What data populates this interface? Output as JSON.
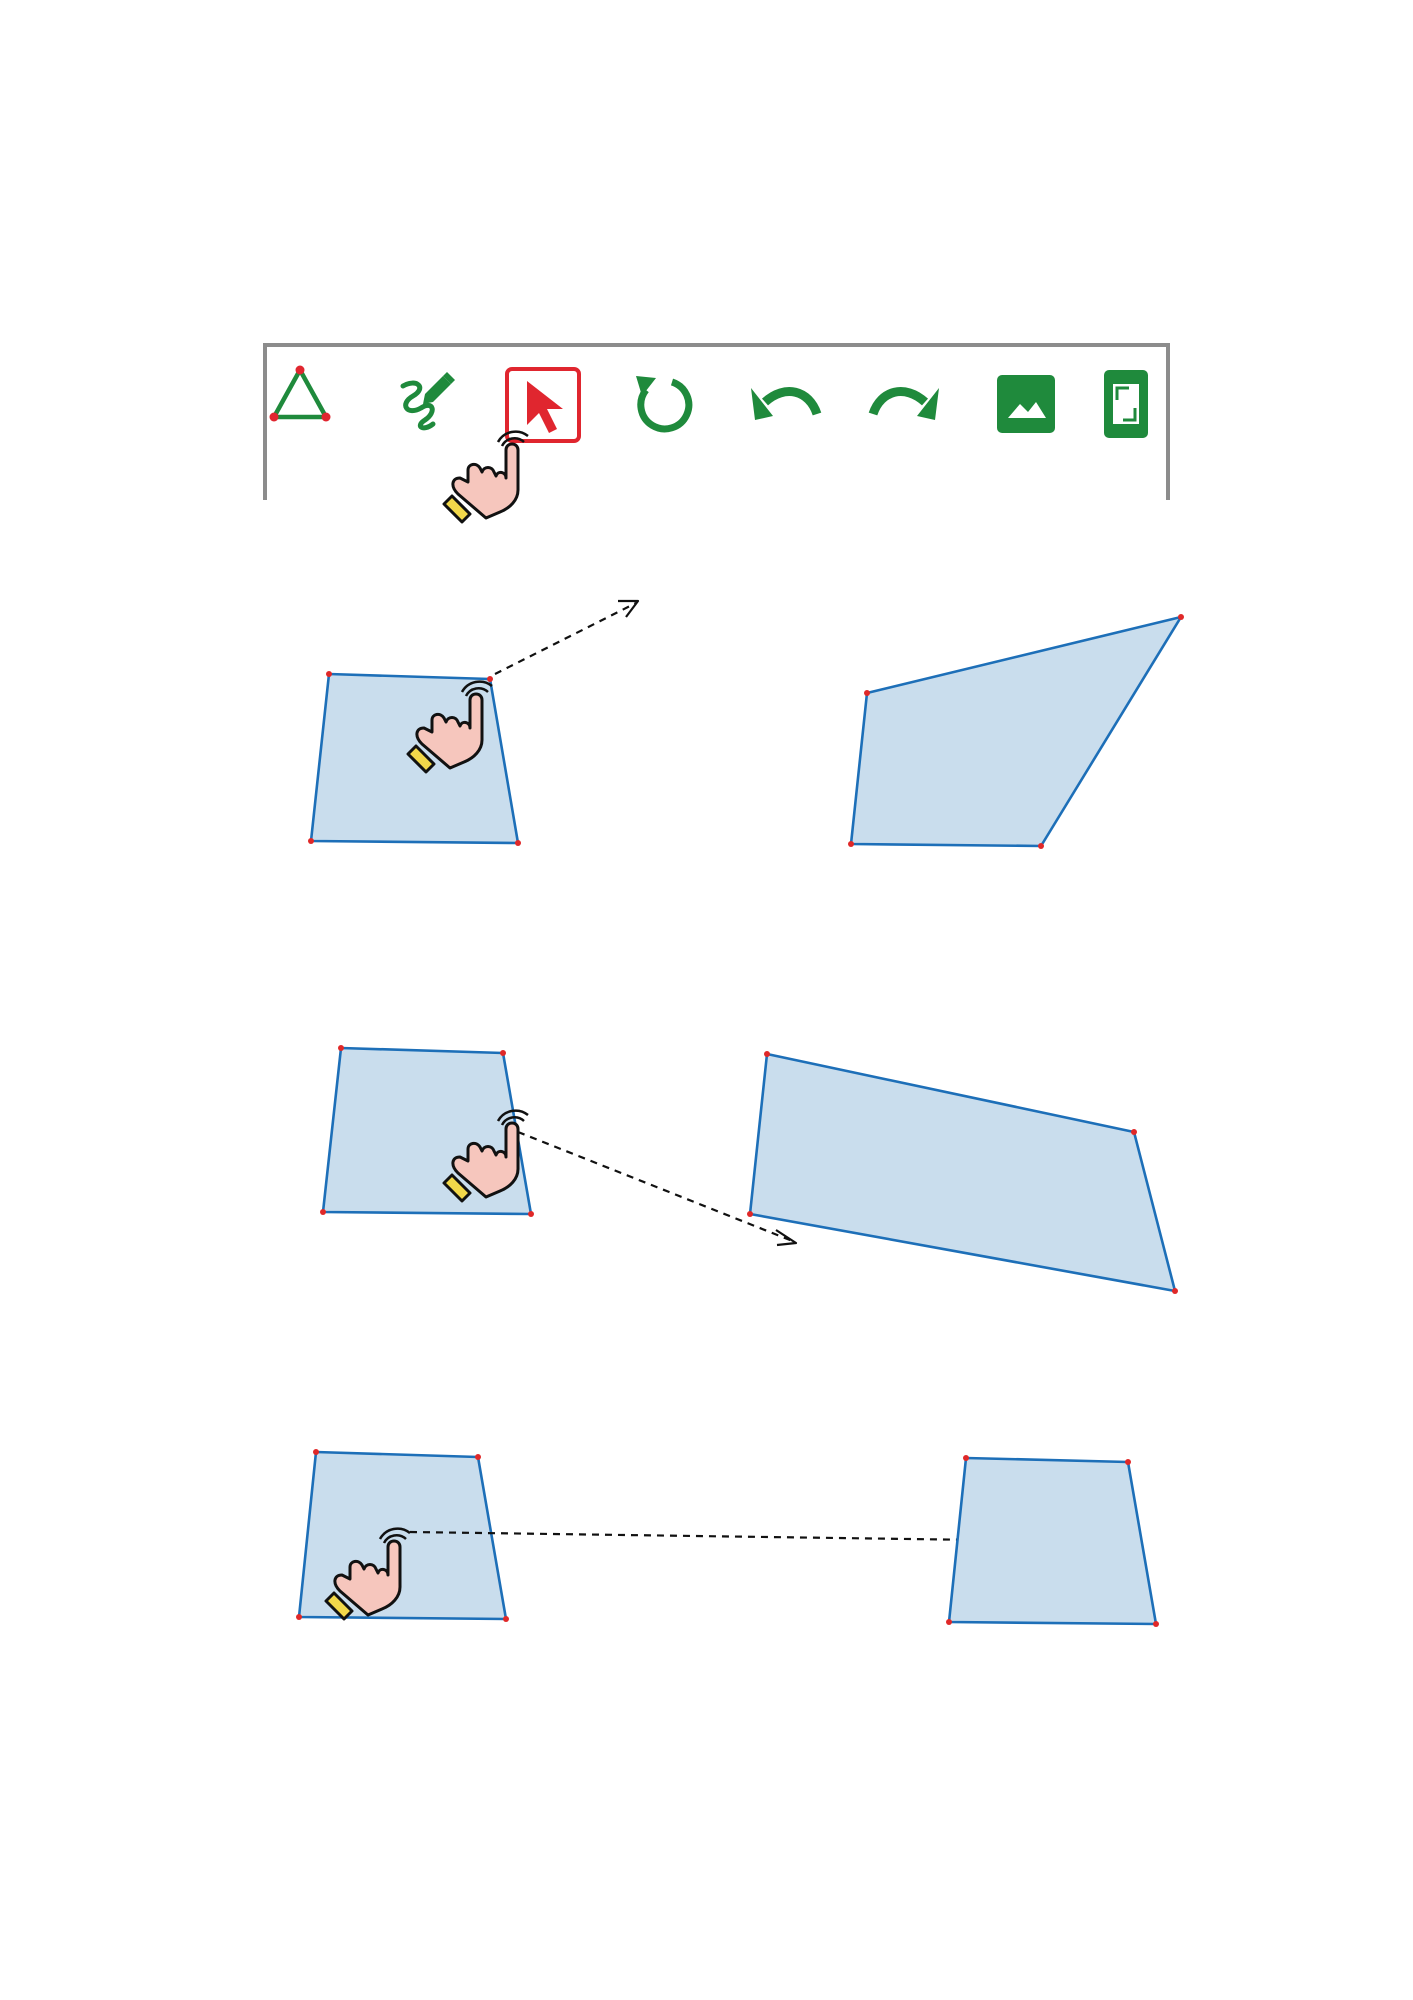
{
  "toolbar": {
    "tools": [
      {
        "name": "polygon-tool",
        "icon": "triangle-icon",
        "selected": false
      },
      {
        "name": "freehand-draw-tool",
        "icon": "pencil-scribble-icon",
        "selected": false
      },
      {
        "name": "select-move-tool",
        "icon": "arrow-cursor-icon",
        "selected": true
      },
      {
        "name": "reset-tool",
        "icon": "rotate-icon",
        "selected": false
      },
      {
        "name": "undo-tool",
        "icon": "undo-icon",
        "selected": false
      },
      {
        "name": "redo-tool",
        "icon": "redo-icon",
        "selected": false
      },
      {
        "name": "image-tool",
        "icon": "image-icon",
        "selected": false
      },
      {
        "name": "fullscreen-tool",
        "icon": "fullscreen-icon",
        "selected": false
      }
    ]
  },
  "colors": {
    "tool_green": "#1f8a3c",
    "selected_red": "#e0262f",
    "frame_gray": "#8c8c8c",
    "shape_fill": "#c9dded",
    "shape_stroke": "#1d6fb8",
    "vertex": "#e02828",
    "hand_skin": "#f6c6bd",
    "hand_cuff": "#f2d84a"
  },
  "steps": [
    {
      "name": "drag-vertex",
      "description_shown": false
    },
    {
      "name": "drag-edge",
      "description_shown": false
    },
    {
      "name": "drag-shape",
      "description_shown": false
    }
  ]
}
